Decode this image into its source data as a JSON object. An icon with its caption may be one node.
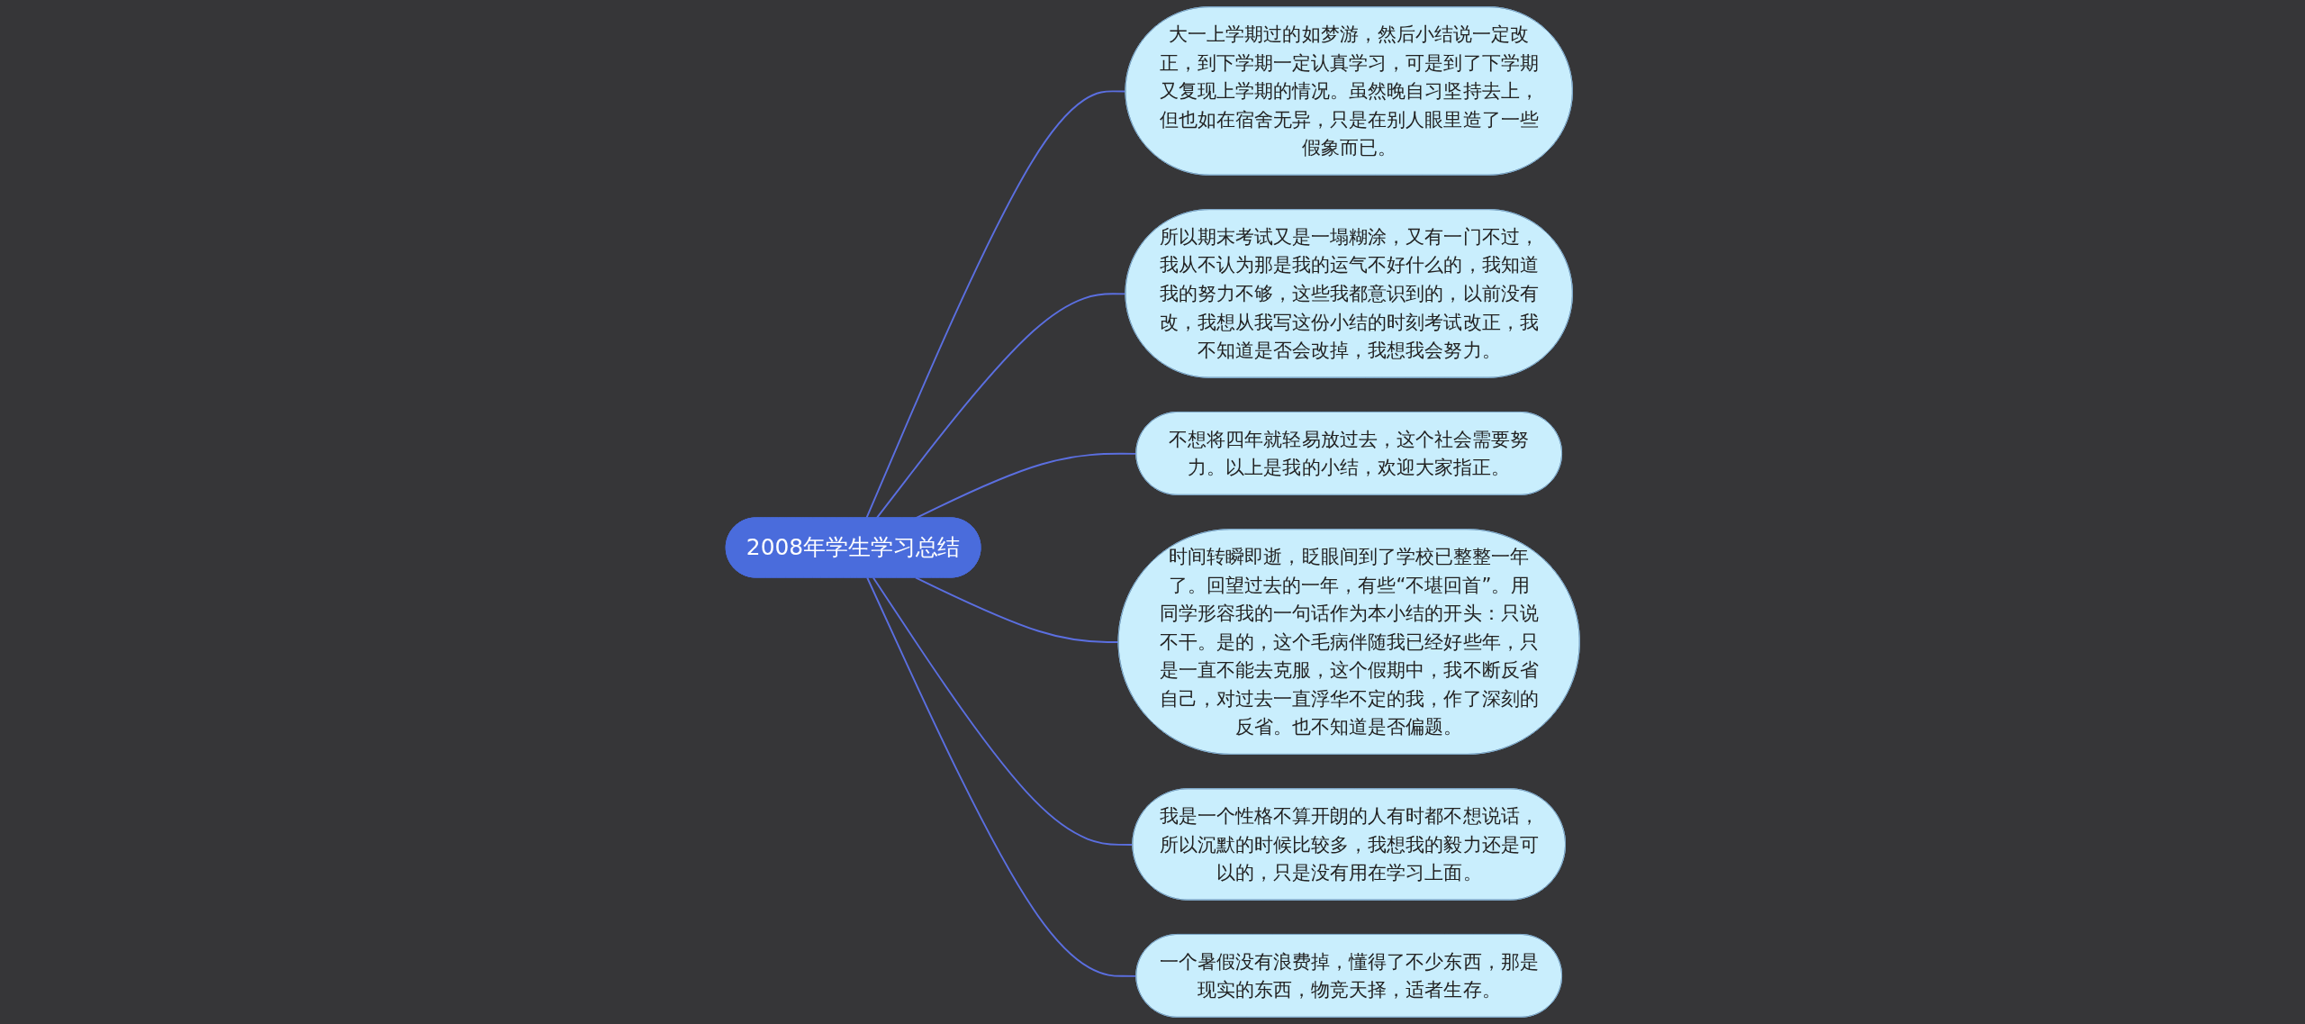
{
  "diagram": {
    "nodes": [
      {
        "text": [
          "2008年学生学习总结"
        ]
      },
      {
        "text": [
          "大一上学期过的如梦游，然后小结说一定改正，到下学期一定认真学习，可是到了下学期又复现上学期的情况。虽然晚自习坚持去上，但也如在宿舍无异，只是在别人眼里造了一些假象而已。"
        ]
      },
      {
        "text": [
          "所以期末考试又是一塌糊涂，又有一门不过，我从不认为那是我的运气不好什么的，我知道我的努力不够，这些我都意识到的，以前没有改，我想从我写这份小结的时刻考试改正，我不知道是否会改掉，我想我会努力。"
        ]
      },
      {
        "text": [
          "不想将四年就轻易放过去，这个社会需要努力。以上是我的小结，欢迎大家指正。"
        ]
      },
      {
        "text": [
          "时间转瞬即逝，眨眼间到了学校已整整一年了。回望过去的一年，有些“不堪回首”。用同学形容我的一句话作为本小结的开头：只说不干。是的，这个毛病伴随我已经好些年，只是一直不能去克服，这个假期中，我不断反省自己，对过去一直浮华不定的我，作了深刻的反省。也不知道是否偏题。"
        ]
      },
      {
        "text": [
          "我是一个性格不算开朗的人有时都不想说话，所以沉默的时候比较多，我想我的毅力还是可以的，只是没有用在学习上面。"
        ]
      },
      {
        "text": [
          "一个暑假没有浪费掉，懂得了不少东西，那是现实的东西，物竞天择，适者生存。"
        ]
      }
    ],
    "edges": [
      {
        "from": 0,
        "to": 1,
        "arrow": "none"
      },
      {
        "from": 0,
        "to": 2,
        "arrow": "none"
      },
      {
        "from": 0,
        "to": 3,
        "arrow": "none"
      },
      {
        "from": 0,
        "to": 4,
        "arrow": "none"
      },
      {
        "from": 0,
        "to": 5,
        "arrow": "none"
      },
      {
        "from": 0,
        "to": 6,
        "arrow": "none"
      }
    ]
  }
}
